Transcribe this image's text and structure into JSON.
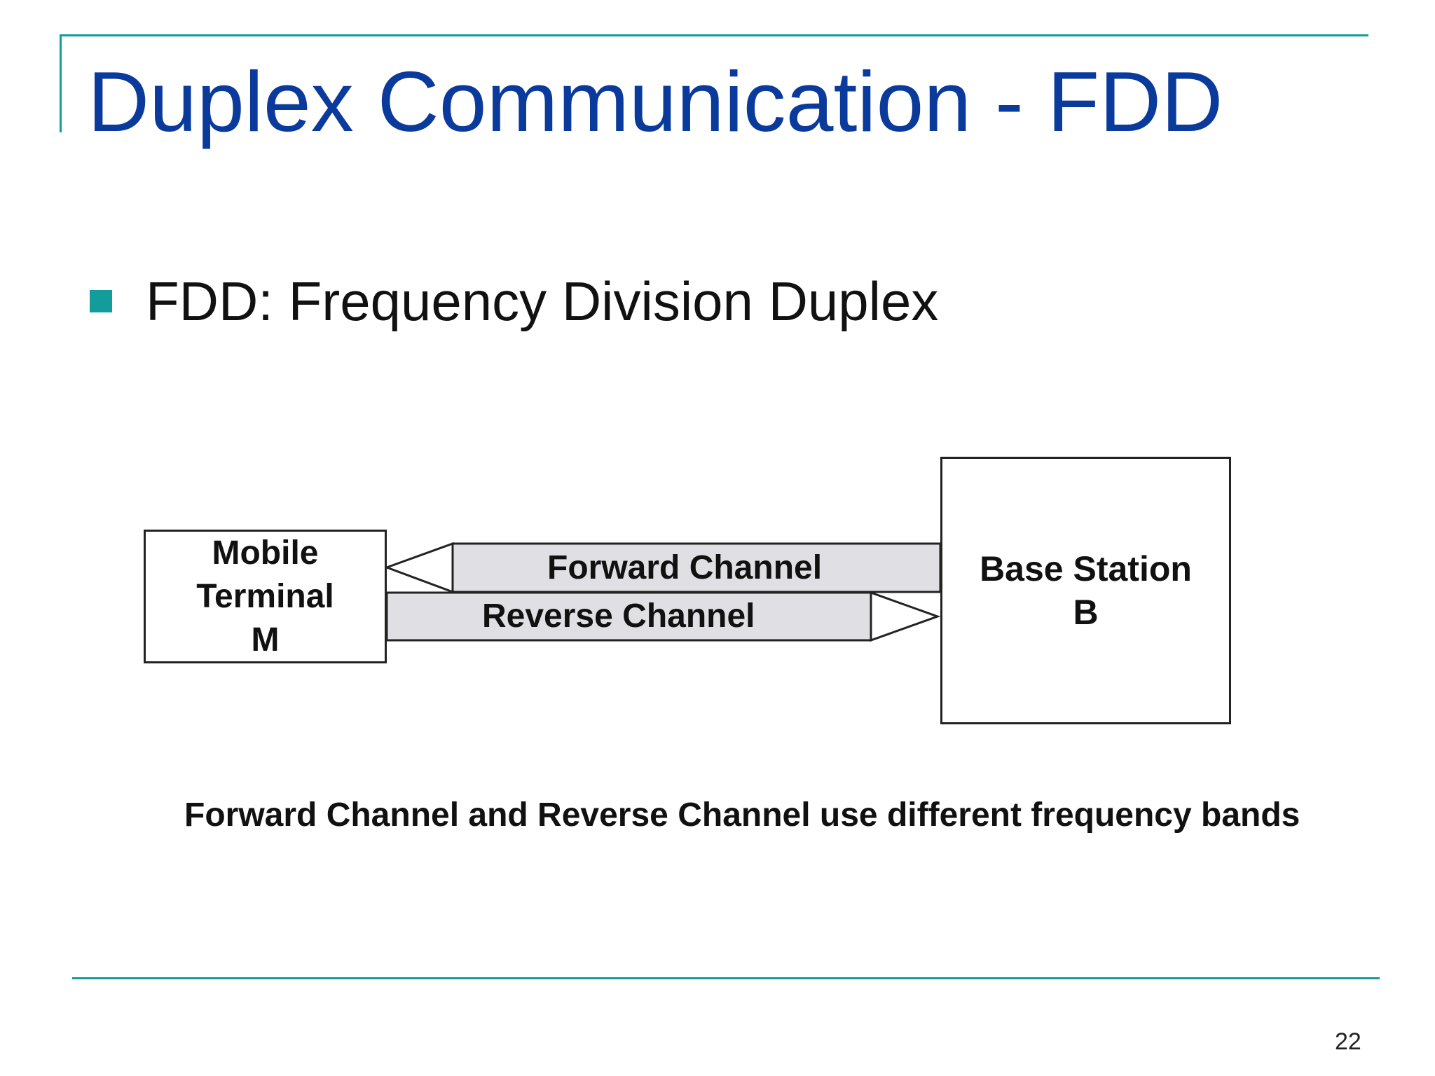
{
  "slide": {
    "title": "Duplex Communication - FDD",
    "bullet": "FDD: Frequency Division Duplex",
    "caption": "Forward Channel and Reverse Channel use different frequency bands",
    "page_number": "22"
  },
  "diagram": {
    "mobile_terminal": "Mobile\nTerminal\nM",
    "base_station": "Base Station\nB",
    "forward_channel": "Forward Channel",
    "reverse_channel": "Reverse Channel"
  },
  "colors": {
    "title": "#0a3a9c",
    "accent": "#139c9c",
    "channel_fill": "#e0dfe3"
  }
}
